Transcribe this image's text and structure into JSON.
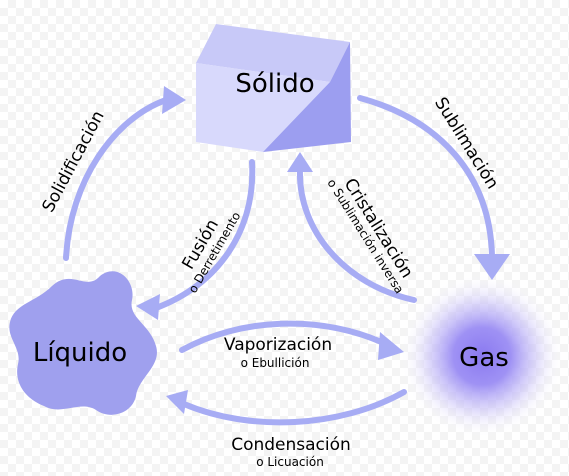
{
  "states": {
    "solid": "Sólido",
    "liquid": "Líquido",
    "gas": "Gas"
  },
  "transitions": {
    "sublimation": {
      "label": "Sublimación"
    },
    "solidification": {
      "label": "Solidificación"
    },
    "fusion": {
      "label": "Fusión",
      "alt": "o Derretimento"
    },
    "crystallization": {
      "label": "Cristalización",
      "alt": "o Sublimación inversa"
    },
    "vaporization": {
      "label": "Vaporización",
      "alt": "o Ebullición"
    },
    "condensation": {
      "label": "Condensación",
      "alt": "o Licuación"
    }
  },
  "colors": {
    "arrow": "#a7acf4",
    "cube_top": "#c9caf8",
    "cube_left": "#d9dafc",
    "cube_right": "#9c9ff0",
    "blob": "#9fa0ee",
    "gas_core": "#8e7df0"
  }
}
